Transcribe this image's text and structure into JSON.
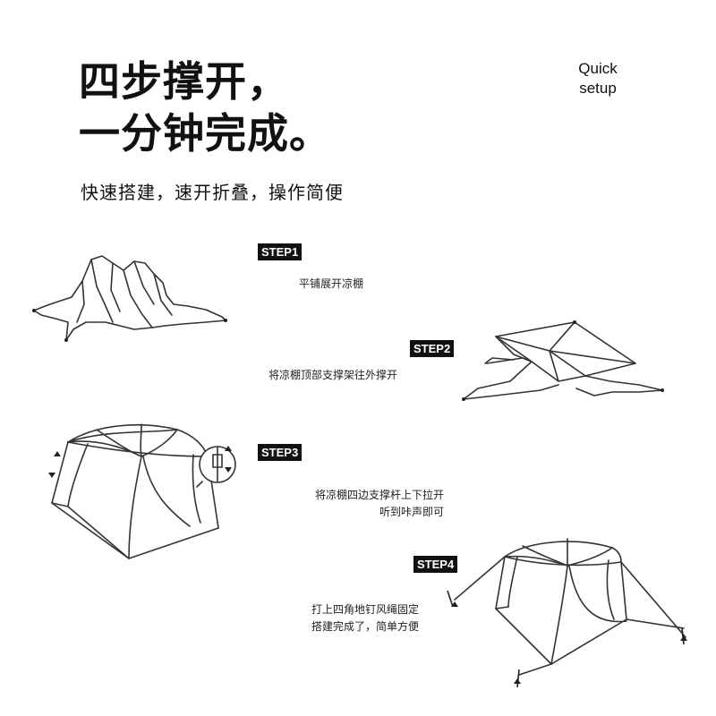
{
  "header": {
    "headline_line1": "四步撑开，",
    "headline_line2": "一分钟完成。",
    "subtitle": "快速搭建，速开折叠，操作简便",
    "quick_line1": "Quick",
    "quick_line2": "setup"
  },
  "steps": [
    {
      "badge": "STEP1",
      "lines": [
        "平铺展开凉棚"
      ]
    },
    {
      "badge": "STEP2",
      "lines": [
        "将凉棚顶部支撑架往外撑开"
      ]
    },
    {
      "badge": "STEP3",
      "lines": [
        "将凉棚四边支撑杆上下拉开",
        "听到咔声即可"
      ]
    },
    {
      "badge": "STEP4",
      "lines": [
        "打上四角地钉风绳固定",
        "搭建完成了，简单方便"
      ]
    }
  ],
  "colors": {
    "ink": "#111111",
    "stroke": "#333333",
    "badge_bg": "#111111",
    "badge_text": "#ffffff"
  },
  "icons": [
    "folded-canopy-icon",
    "half-open-canopy-icon",
    "dome-canopy-icon",
    "latch-zoom-icon",
    "staked-canopy-icon"
  ]
}
